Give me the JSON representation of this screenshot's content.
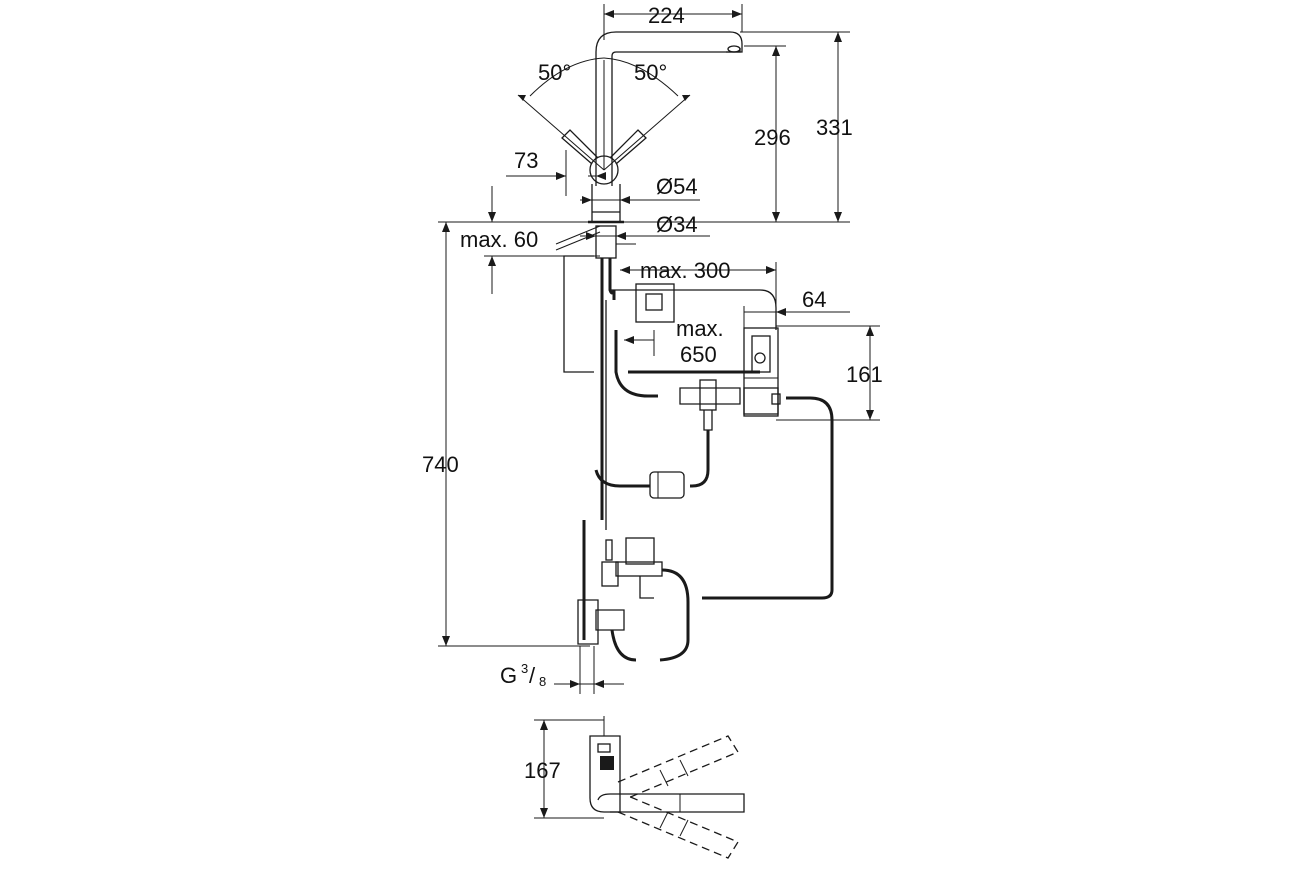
{
  "dimensions": {
    "spout_reach": "224",
    "angle_left": "50°",
    "angle_right": "50°",
    "lever_length": "73",
    "body_diameter": "Ø54",
    "base_diameter": "Ø34",
    "max_thickness": "max. 60",
    "spout_height": "296",
    "overall_height": "331",
    "box_distance": "max. 300",
    "box_width": "64",
    "hose_length_line1": "max.",
    "hose_length_line2": "650",
    "box_height": "161",
    "total_length": "740",
    "thread_g": "G",
    "thread_num": "3",
    "thread_den": "8",
    "side_height": "167"
  }
}
